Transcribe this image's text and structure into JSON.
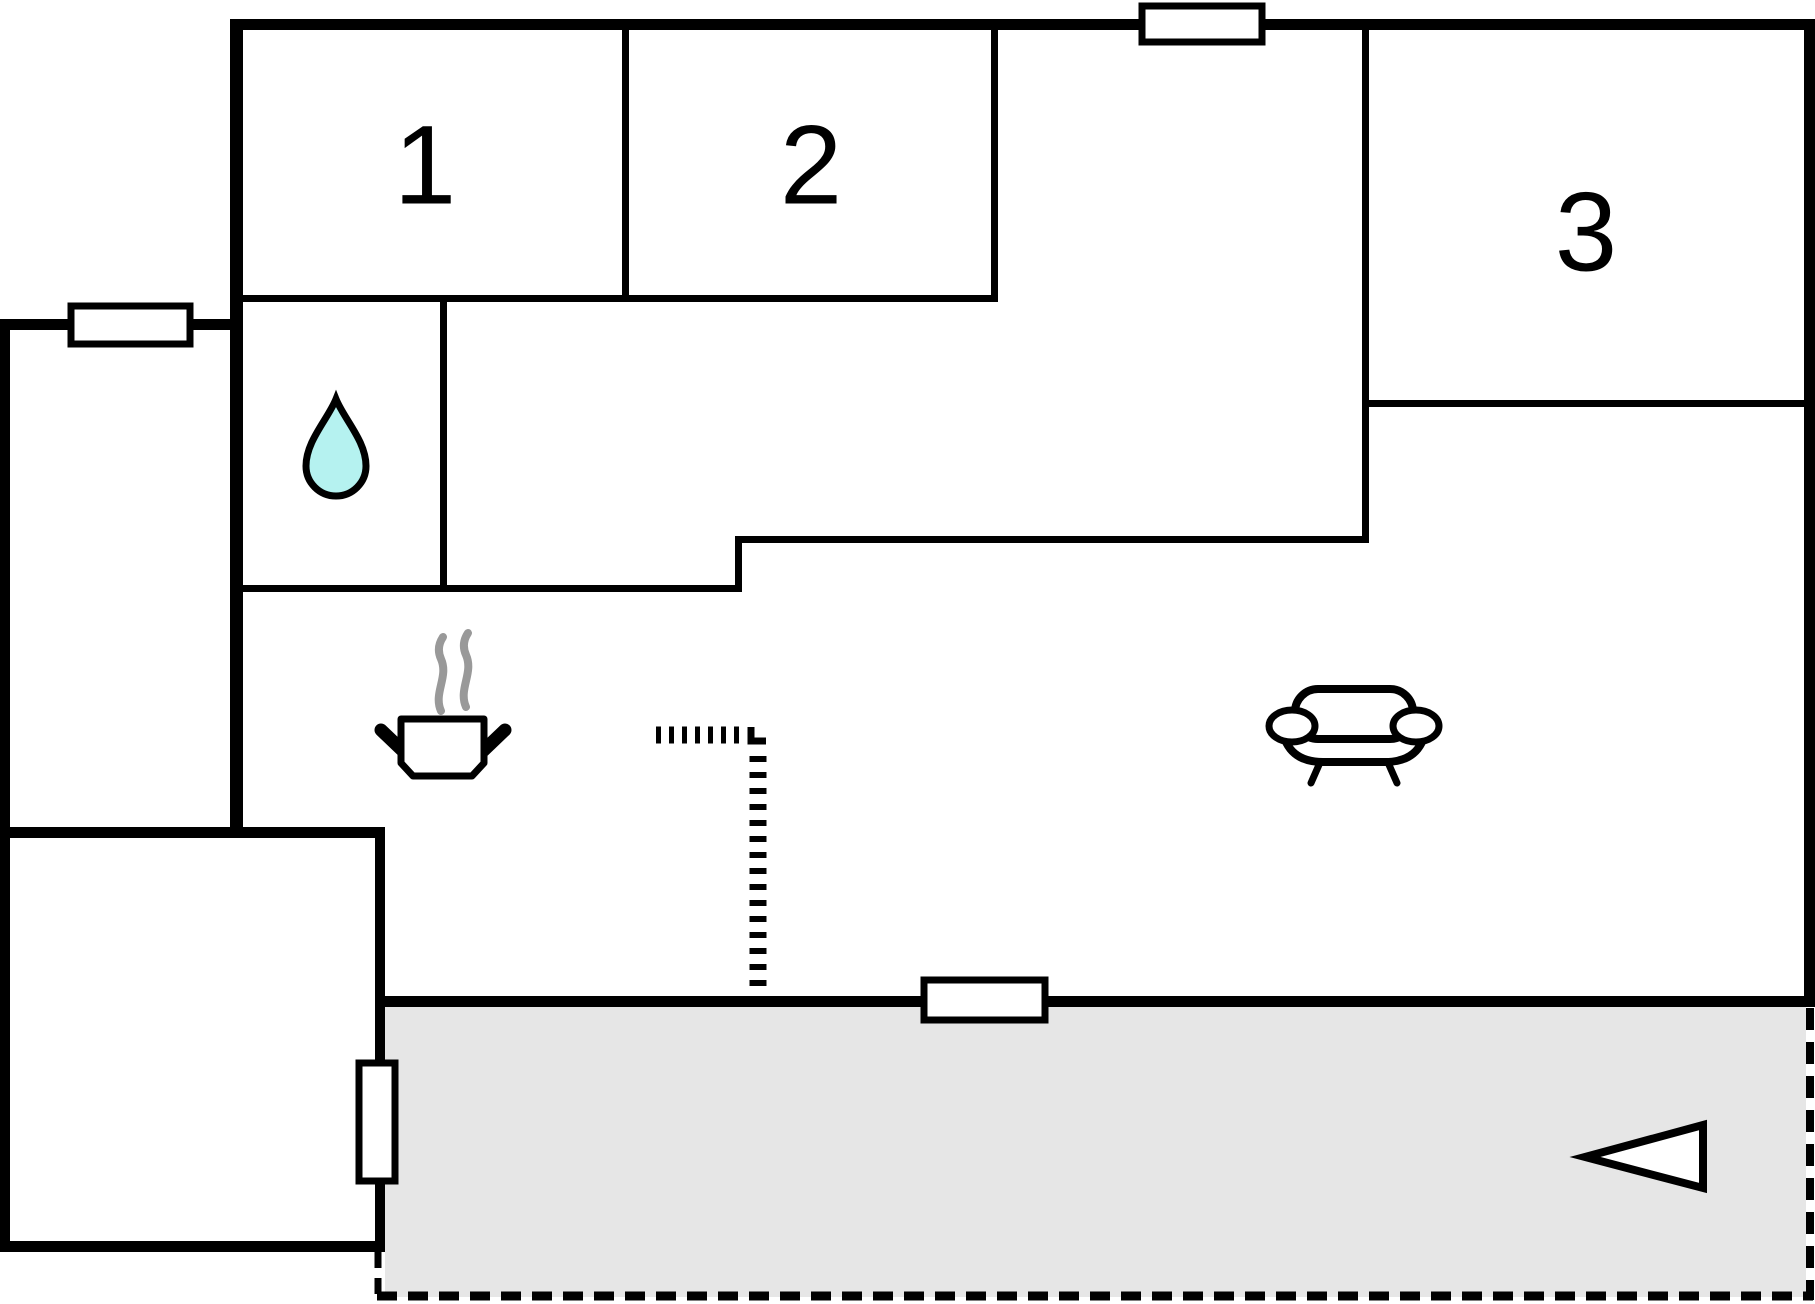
{
  "plan": {
    "rooms": [
      {
        "label": "1"
      },
      {
        "label": "2"
      },
      {
        "label": "3"
      }
    ],
    "icons": {
      "bathroom": "water-drop-icon",
      "kitchen": "cooking-pot-icon",
      "kitchen_steam": "steam-icon",
      "living_room": "sofa-icon",
      "terrace_entry": "arrow-left-icon"
    },
    "colors": {
      "wall": "#000000",
      "background": "#ffffff",
      "terrace": "#e6e6e6",
      "water_drop": "#b5f2f0",
      "steam": "#999999",
      "window": "#ffffff",
      "arrow_fill": "#ffffff"
    }
  }
}
